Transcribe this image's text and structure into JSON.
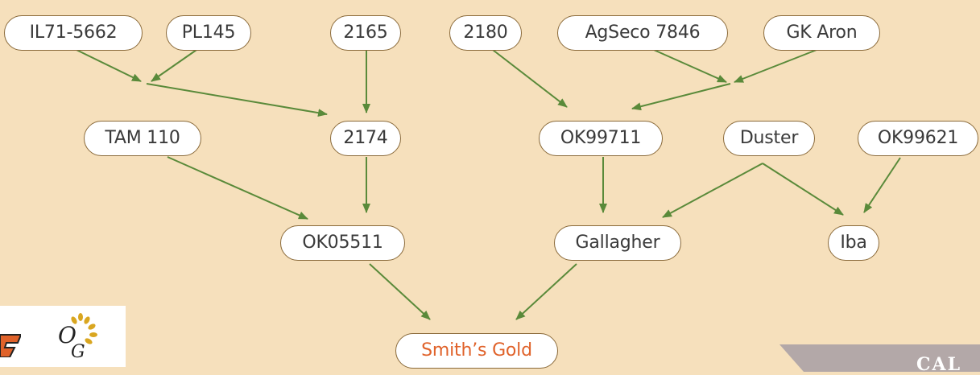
{
  "nodes": {
    "il71_5662": "IL71-5662",
    "pl145": "PL145",
    "n2165": "2165",
    "n2180": "2180",
    "agseco_7846": "AgSeco 7846",
    "gk_aron": "GK Aron",
    "tam_110": "TAM 110",
    "n2174": "2174",
    "ok99711": "OK99711",
    "duster": "Duster",
    "ok99621": "OK99621",
    "ok05511": "OK05511",
    "gallagher": "Gallagher",
    "iba": "Iba",
    "smiths_gold": "Smith’s Gold"
  },
  "edges": [
    {
      "from": "il71_5662",
      "to": "cross-1"
    },
    {
      "from": "pl145",
      "to": "cross-1"
    },
    {
      "from": "cross-1",
      "to": "n2174"
    },
    {
      "from": "n2165",
      "to": "n2174"
    },
    {
      "from": "n2180",
      "to": "ok99711"
    },
    {
      "from": "agseco_7846",
      "to": "cross-2"
    },
    {
      "from": "gk_aron",
      "to": "cross-2"
    },
    {
      "from": "cross-2",
      "to": "ok99711"
    },
    {
      "from": "tam_110",
      "to": "ok05511"
    },
    {
      "from": "n2174",
      "to": "ok05511"
    },
    {
      "from": "ok99711",
      "to": "gallagher"
    },
    {
      "from": "duster",
      "to": "gallagher"
    },
    {
      "from": "duster",
      "to": "iba"
    },
    {
      "from": "ok99621",
      "to": "iba"
    },
    {
      "from": "ok05511",
      "to": "smiths_gold"
    },
    {
      "from": "gallagher",
      "to": "smiths_gold"
    }
  ],
  "banner": {
    "text": "CAL"
  },
  "colors": {
    "background": "#f6e0bc",
    "arrow": "#5a8a3a",
    "node_border": "#8a6a3a",
    "target_text": "#e0622a"
  },
  "logo": {
    "name": "osu-wheat-logo"
  }
}
